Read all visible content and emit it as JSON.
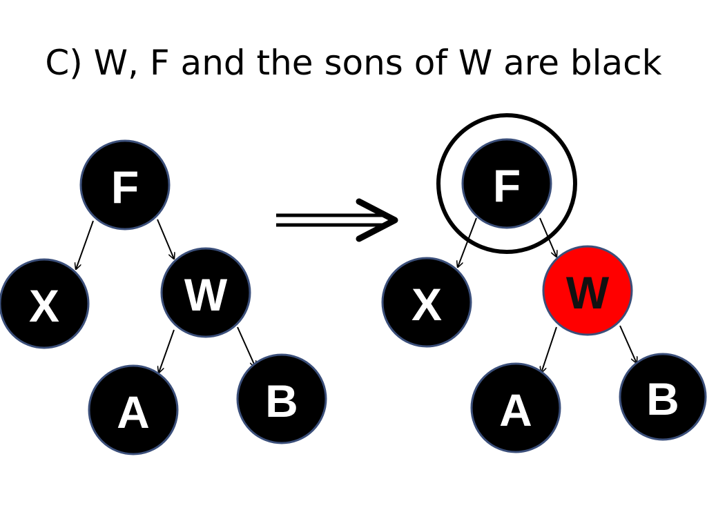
{
  "title": "C) W, F and the sons of W are black",
  "colors": {
    "black_node": "#000000",
    "red_node": "#ff0000",
    "node_border": "#3b4f7a",
    "label_on_black": "#ffffff",
    "label_on_red": "#111111"
  },
  "before_tree": {
    "nodes": [
      {
        "id": "F",
        "label": "F",
        "color": "black"
      },
      {
        "id": "X",
        "label": "X",
        "color": "black"
      },
      {
        "id": "W",
        "label": "W",
        "color": "black"
      },
      {
        "id": "A",
        "label": "A",
        "color": "black"
      },
      {
        "id": "B",
        "label": "B",
        "color": "black"
      }
    ],
    "edges": [
      [
        "F",
        "X"
      ],
      [
        "F",
        "W"
      ],
      [
        "W",
        "A"
      ],
      [
        "W",
        "B"
      ]
    ]
  },
  "after_tree": {
    "nodes": [
      {
        "id": "F",
        "label": "F",
        "color": "black",
        "highlighted": true
      },
      {
        "id": "X",
        "label": "X",
        "color": "black"
      },
      {
        "id": "W",
        "label": "W",
        "color": "red"
      },
      {
        "id": "A",
        "label": "A",
        "color": "black"
      },
      {
        "id": "B",
        "label": "B",
        "color": "black"
      }
    ],
    "edges": [
      [
        "F",
        "X"
      ],
      [
        "F",
        "W"
      ],
      [
        "W",
        "A"
      ],
      [
        "W",
        "B"
      ]
    ]
  },
  "transition_icon": "double-arrow-right-icon"
}
